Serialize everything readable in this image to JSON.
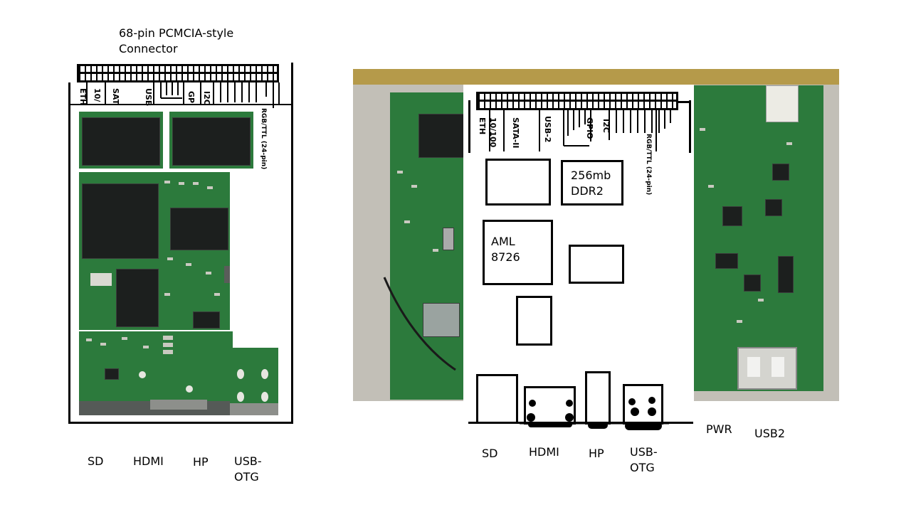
{
  "left": {
    "title_line1": "68-pin PCMCIA-style",
    "title_line2": "Connector",
    "pins": [
      "ETH",
      "10/",
      "SAT",
      "USB",
      "GP",
      "I2C",
      "RGB/TTL (24-pin)"
    ],
    "ports": [
      "SD",
      "HDMI",
      "HP",
      "USB-",
      "OTG"
    ]
  },
  "right": {
    "pins": [
      "ETH",
      "10/100",
      "SATA-II",
      "USB-2",
      "GPIO",
      "I2C",
      "RGB/TTL (24-pin)"
    ],
    "chips": {
      "ram_line1": "256mb",
      "ram_line2": "DDR2",
      "soc_line1": "AML",
      "soc_line2": "8726"
    },
    "ports": [
      "SD",
      "HDMI",
      "HP",
      "USB-",
      "OTG"
    ],
    "side_ports": [
      "PWR",
      "USB2"
    ]
  },
  "colors": {
    "pcb_green": "#2c7a3c",
    "chip_black": "#1c1f1e",
    "case_grey": "#b9b6ae",
    "line": "#000000"
  }
}
